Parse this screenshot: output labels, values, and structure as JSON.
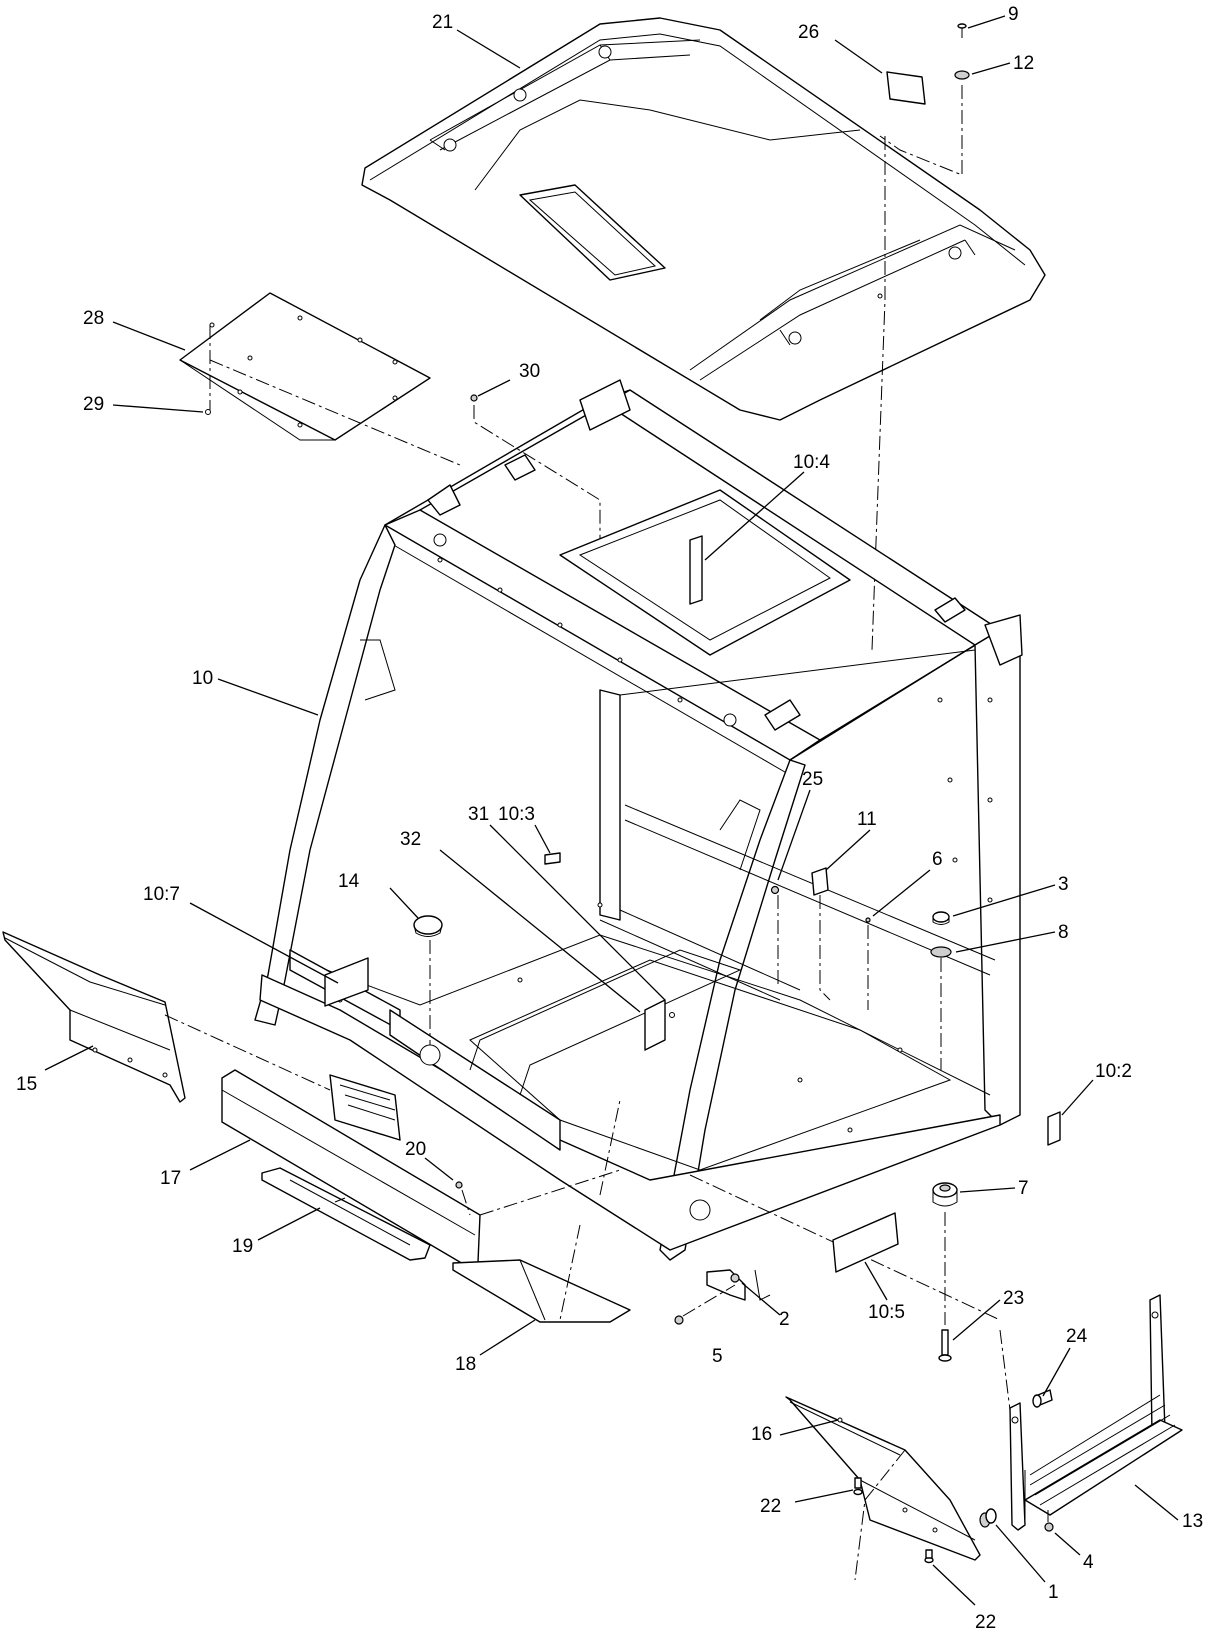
{
  "callouts": [
    {
      "id": "c21",
      "label": "21"
    },
    {
      "id": "c26",
      "label": "26"
    },
    {
      "id": "c9",
      "label": "9"
    },
    {
      "id": "c12",
      "label": "12"
    },
    {
      "id": "c28",
      "label": "28"
    },
    {
      "id": "c29",
      "label": "29"
    },
    {
      "id": "c30",
      "label": "30"
    },
    {
      "id": "c10_4",
      "label": "10:4"
    },
    {
      "id": "c10",
      "label": "10"
    },
    {
      "id": "c10_3",
      "label": "10:3"
    },
    {
      "id": "c31",
      "label": "31"
    },
    {
      "id": "c32",
      "label": "32"
    },
    {
      "id": "c25",
      "label": "25"
    },
    {
      "id": "c11",
      "label": "11"
    },
    {
      "id": "c6",
      "label": "6"
    },
    {
      "id": "c3",
      "label": "3"
    },
    {
      "id": "c8",
      "label": "8"
    },
    {
      "id": "c10_7",
      "label": "10:7"
    },
    {
      "id": "c14",
      "label": "14"
    },
    {
      "id": "c15",
      "label": "15"
    },
    {
      "id": "c10_2",
      "label": "10:2"
    },
    {
      "id": "c17",
      "label": "17"
    },
    {
      "id": "c20",
      "label": "20"
    },
    {
      "id": "c7",
      "label": "7"
    },
    {
      "id": "c19",
      "label": "19"
    },
    {
      "id": "c10_5",
      "label": "10:5"
    },
    {
      "id": "c2",
      "label": "2"
    },
    {
      "id": "c23",
      "label": "23"
    },
    {
      "id": "c5",
      "label": "5"
    },
    {
      "id": "c18",
      "label": "18"
    },
    {
      "id": "c24",
      "label": "24"
    },
    {
      "id": "c16",
      "label": "16"
    },
    {
      "id": "c13",
      "label": "13"
    },
    {
      "id": "c22a",
      "label": "22"
    },
    {
      "id": "c4",
      "label": "4"
    },
    {
      "id": "c1",
      "label": "1"
    },
    {
      "id": "c22b",
      "label": "22"
    }
  ]
}
